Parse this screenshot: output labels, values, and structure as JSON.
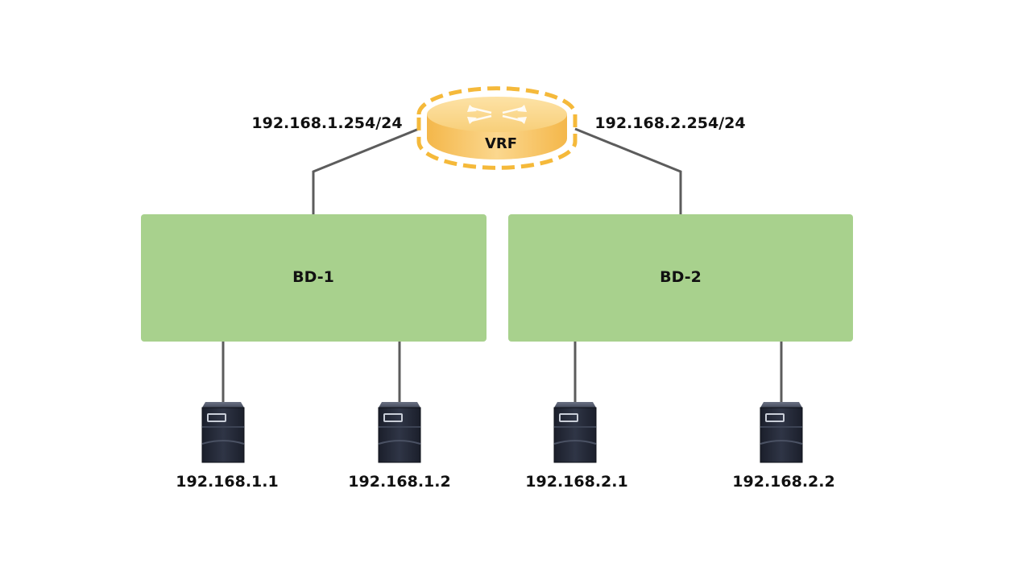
{
  "router": {
    "label": "VRF",
    "icon": "router-icon",
    "fill_color": "#f7c96a",
    "highlight_color": "#f5b93a"
  },
  "interfaces": {
    "left": "192.168.1.254/24",
    "right": "192.168.2.254/24"
  },
  "bridge_domains": [
    {
      "label": "BD-1",
      "fill_color": "#a8d18d"
    },
    {
      "label": "BD-2",
      "fill_color": "#a8d18d"
    }
  ],
  "hosts": [
    {
      "label": "192.168.1.1",
      "icon": "server-icon"
    },
    {
      "label": "192.168.1.2",
      "icon": "server-icon"
    },
    {
      "label": "192.168.2.1",
      "icon": "server-icon"
    },
    {
      "label": "192.168.2.2",
      "icon": "server-icon"
    }
  ],
  "link_color": "#5c5c5c"
}
